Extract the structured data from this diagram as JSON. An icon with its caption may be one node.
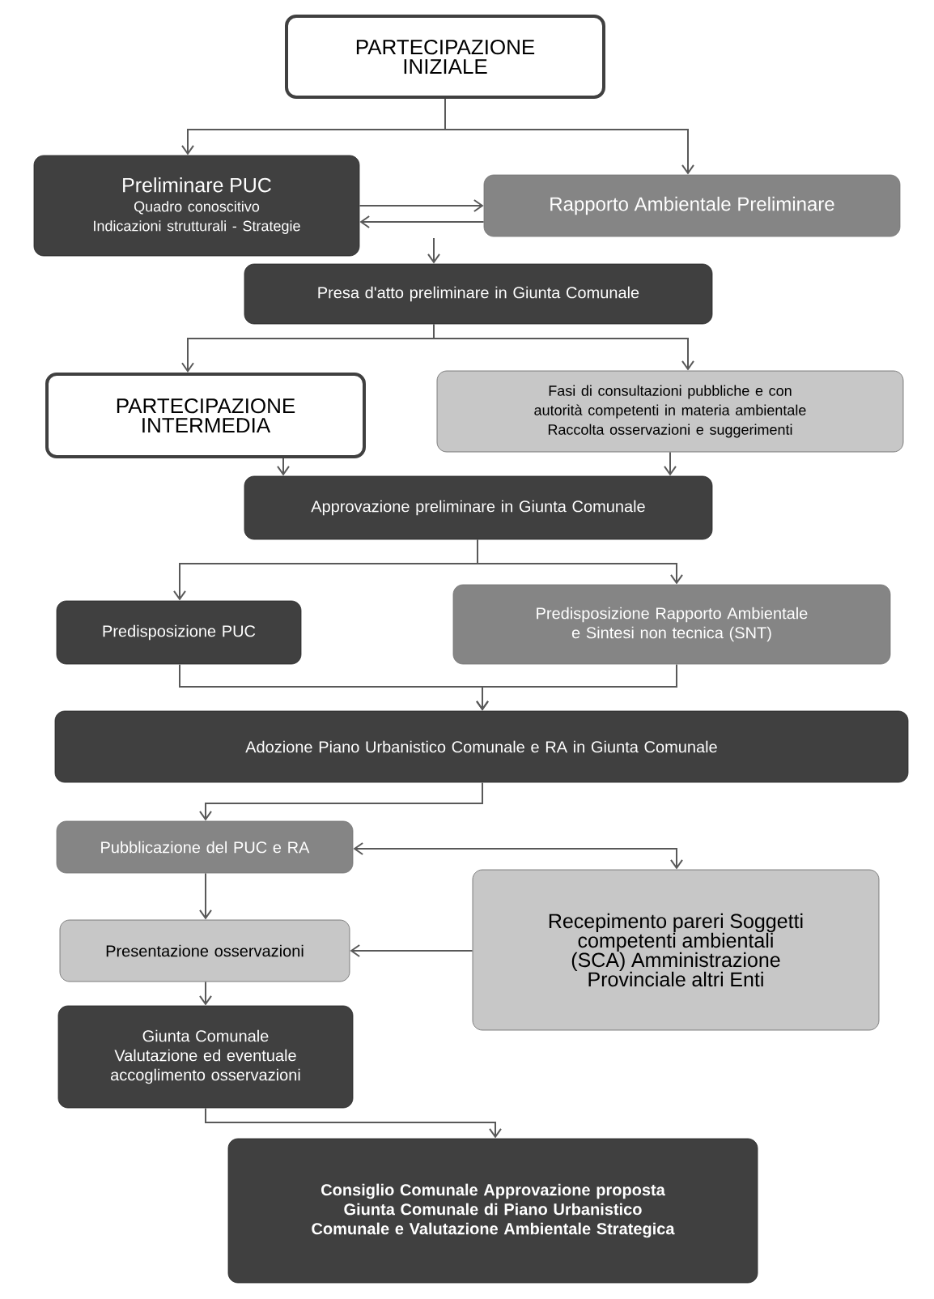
{
  "diagram": {
    "nodes": [
      {
        "text": [
          "PARTECIPAZIONE INIZIALE"
        ]
      },
      {
        "text": [
          "Preliminare PUC",
          "Quadro conoscitivo",
          "Indicazioni strutturali - Strategie"
        ]
      },
      {
        "text": [
          "Rapporto Ambientale Preliminare"
        ]
      },
      {
        "text": [
          "Presa d'atto preliminare in Giunta Comunale"
        ]
      },
      {
        "text": [
          "PARTECIPAZIONE INTERMEDIA"
        ]
      },
      {
        "text": [
          "Fasi di consultazioni pubbliche e con autorità competenti in materia ambientale Raccolta osservazioni e suggerimenti"
        ]
      },
      {
        "text": [
          "Approvazione preliminare in Giunta Comunale"
        ]
      },
      {
        "text": [
          "Predisposizione PUC"
        ]
      },
      {
        "text": [
          "Predisposizione Rapporto Ambientale e Sintesi non tecnica (SNT)"
        ]
      },
      {
        "text": [
          "Adozione Piano Urbanistico Comunale e RA in Giunta Comunale"
        ]
      },
      {
        "text": [
          "Pubblicazione del PUC e RA"
        ]
      },
      {
        "text": [
          "Presentazione osservazioni"
        ]
      },
      {
        "text": [
          "Recepimento pareri Soggetti competenti ambientali (SCA) Amministrazione Provinciale altri Enti"
        ]
      },
      {
        "text": [
          "Giunta Comunale Valutazione ed eventuale accoglimento osservazioni"
        ]
      },
      {
        "text": [
          "Consiglio Comunale Approvazione proposta Giunta Comunale di Piano Urbanistico Comunale e Valutazione Ambientale Strategica"
        ]
      }
    ],
    "edges": [
      {
        "from": 0,
        "to": 1,
        "arrow": "to"
      },
      {
        "from": 0,
        "to": 2,
        "arrow": "to"
      },
      {
        "from": 1,
        "to": 2,
        "arrow": "to"
      },
      {
        "from": 2,
        "to": 1,
        "arrow": "to"
      },
      {
        "from": null,
        "to": 3,
        "arrow": "to"
      },
      {
        "from": 3,
        "to": 4,
        "arrow": "to"
      },
      {
        "from": 3,
        "to": 5,
        "arrow": "to"
      },
      {
        "from": 4,
        "to": 6,
        "arrow": "to"
      },
      {
        "from": 5,
        "to": 6,
        "arrow": "to"
      },
      {
        "from": 6,
        "to": 7,
        "arrow": "to"
      },
      {
        "from": 6,
        "to": 8,
        "arrow": "to"
      },
      {
        "from": 7,
        "to": 9,
        "arrow": "to"
      },
      {
        "from": 8,
        "to": 9,
        "arrow": "to"
      },
      {
        "from": 9,
        "to": 10,
        "arrow": "to"
      },
      {
        "from": 10,
        "to": 12,
        "arrow": "both"
      },
      {
        "from": 10,
        "to": 11,
        "arrow": "to"
      },
      {
        "from": 12,
        "to": 11,
        "arrow": "to"
      },
      {
        "from": 11,
        "to": 13,
        "arrow": "to"
      },
      {
        "from": 13,
        "to": 14,
        "arrow": "to"
      }
    ]
  }
}
